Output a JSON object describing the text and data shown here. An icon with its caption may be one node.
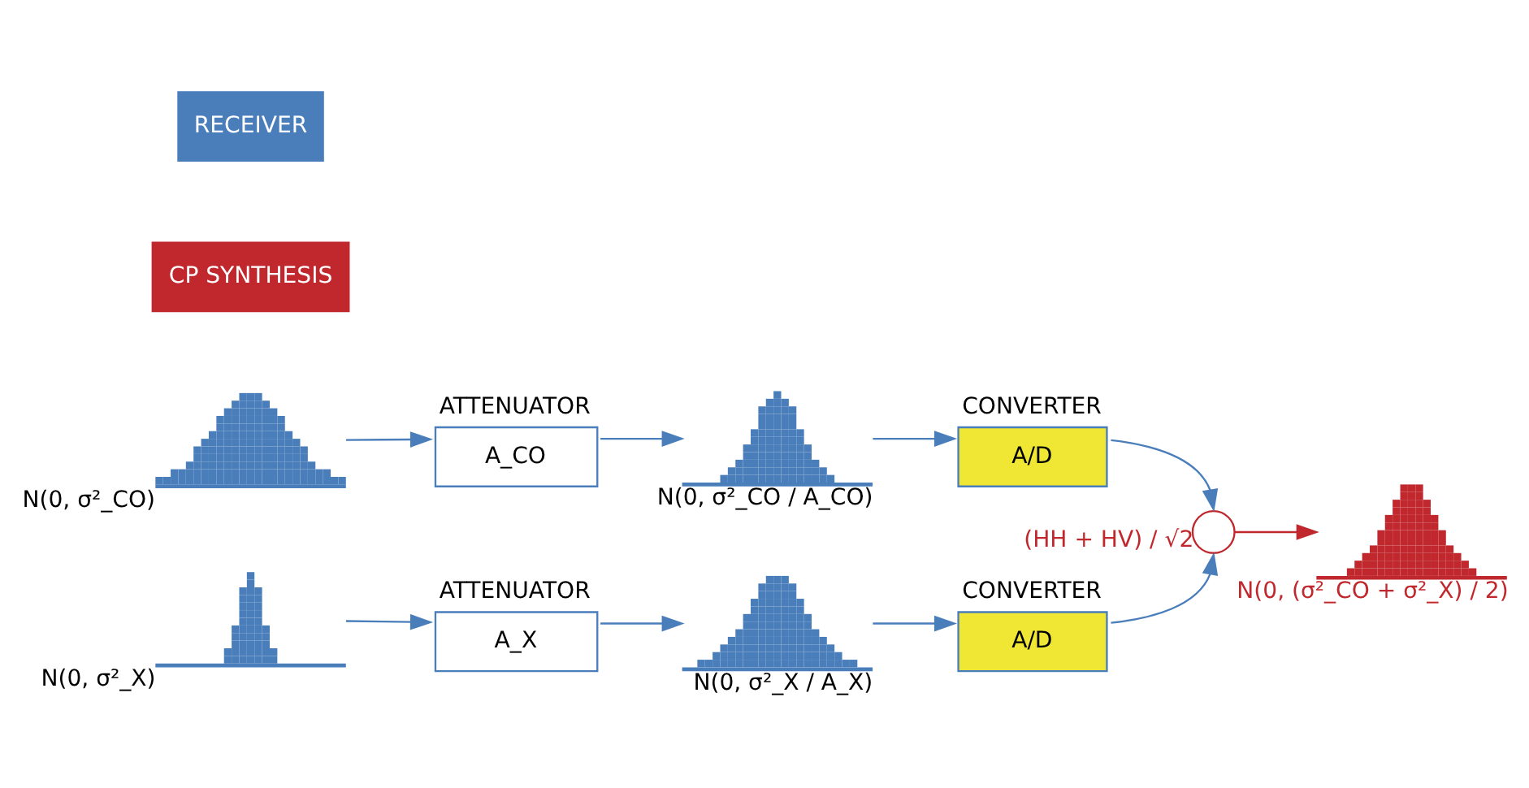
{
  "diagram": {
    "nodes": [
      {
        "text": [],
        "shape": "picture",
        "beside": [
          "N(0, σ²_CO)"
        ]
      },
      {
        "text": [
          "ATTENUATOR",
          "A_CO"
        ]
      },
      {
        "text": [],
        "shape": "picture",
        "beside": [
          "N(0, σ²_CO / A_CO)"
        ]
      },
      {
        "text": [
          "CONVERTER",
          "A/D"
        ]
      },
      {
        "text": [],
        "shape": "picture",
        "beside": [
          "N(0, σ²_X)"
        ]
      },
      {
        "text": [
          "ATTENUATOR",
          "A_X"
        ]
      },
      {
        "text": [],
        "shape": "picture",
        "beside": [
          "N(0, σ²_X / A_X)"
        ]
      },
      {
        "text": [
          "CONVERTER",
          "A/D"
        ]
      },
      {
        "text": [],
        "shape": "circle",
        "beside": [
          "(HH + HV) / √2"
        ]
      },
      {
        "text": [],
        "shape": "picture",
        "beside": [
          "N(0, (σ²_CO + σ²_X) / 2)"
        ]
      }
    ],
    "edges": [
      {
        "from": 0,
        "to": 1,
        "arrow": "to"
      },
      {
        "from": 1,
        "to": 2,
        "arrow": "to"
      },
      {
        "from": 2,
        "to": 3,
        "arrow": "to"
      },
      {
        "from": 4,
        "to": 5,
        "arrow": "to"
      },
      {
        "from": 5,
        "to": 6,
        "arrow": "to"
      },
      {
        "from": 6,
        "to": 7,
        "arrow": "to"
      },
      {
        "from": 3,
        "to": 8,
        "arrow": "to"
      },
      {
        "from": 7,
        "to": 8,
        "arrow": "to"
      },
      {
        "from": 8,
        "to": 9,
        "arrow": "to",
        "color": "#c0282d"
      }
    ],
    "labels": [
      "RECEIVER",
      "CP SYNTHESIS"
    ]
  }
}
